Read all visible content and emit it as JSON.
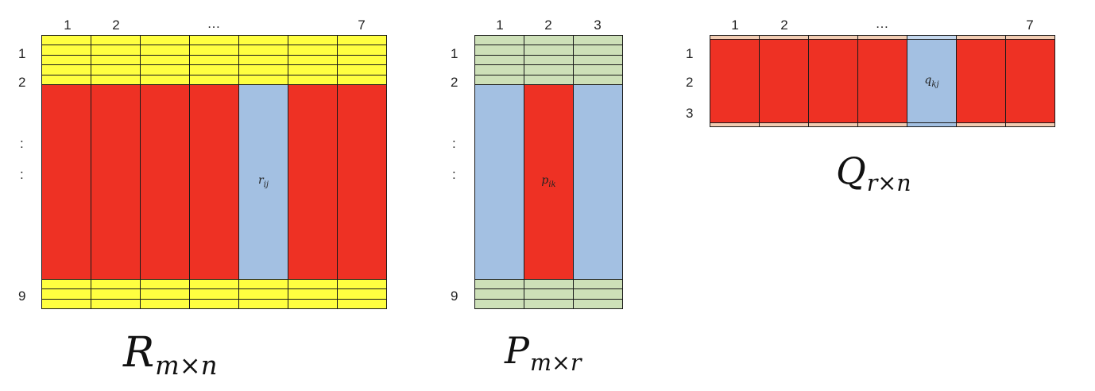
{
  "colors": {
    "yellow": "#ffff40",
    "green": "#cde0b8",
    "peach": "#f2ccb2",
    "red": "#ee3124",
    "blue": "#a3c0e2",
    "light_blue": "#c5d8ee"
  },
  "matrices": {
    "R": {
      "col_labels": [
        "1",
        "2",
        "…",
        "7"
      ],
      "row_labels": [
        "1",
        "2",
        ":",
        ":",
        "9"
      ],
      "cell_label": {
        "base": "r",
        "sub": "ij"
      },
      "name": {
        "base": "R",
        "sub": "m×n"
      }
    },
    "P": {
      "col_labels": [
        "1",
        "2",
        "3"
      ],
      "row_labels": [
        "1",
        "2",
        ":",
        ":",
        "9"
      ],
      "cell_label": {
        "base": "p",
        "sub": "ik"
      },
      "name": {
        "base": "P",
        "sub": "m×r"
      }
    },
    "Q": {
      "col_labels": [
        "1",
        "2",
        "…",
        "7"
      ],
      "row_labels": [
        "1",
        "2",
        "3"
      ],
      "cell_label": {
        "base": "q",
        "sub": "kj"
      },
      "name": {
        "base": "Q",
        "sub": "r×n"
      }
    }
  }
}
